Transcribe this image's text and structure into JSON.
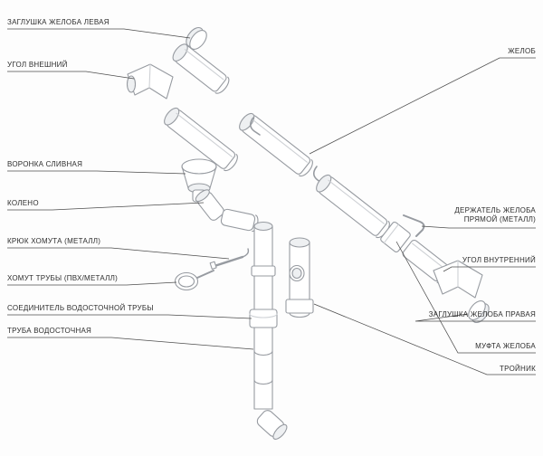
{
  "diagram": {
    "background": "#fdfdfd",
    "art_line_color": "#979ba1",
    "leader_line_color": "#4d4d4d",
    "label_color": "#2e2e2e",
    "labels_left": [
      {
        "id": "cap-left",
        "text": "ЗАГЛУШКА ЖЕЛОБА ЛЕВАЯ"
      },
      {
        "id": "outer-corner",
        "text": "УГОЛ ВНЕШНИЙ"
      },
      {
        "id": "funnel",
        "text": "ВОРОНКА СЛИВНАЯ"
      },
      {
        "id": "elbow",
        "text": "КОЛЕНО"
      },
      {
        "id": "clamp-hook",
        "text": "КРЮК ХОМУТА (металл)"
      },
      {
        "id": "pipe-clamp",
        "text": "ХОМУТ ТРУБЫ (пвх/металл)"
      },
      {
        "id": "pipe-connector",
        "text": "СОЕДИНИТЕЛЬ ВОДОСТОЧНОЙ ТРУБЫ"
      },
      {
        "id": "downpipe",
        "text": "ТРУБА ВОДОСТОЧНАЯ"
      }
    ],
    "labels_right": [
      {
        "id": "gutter",
        "text": "ЖЕЛОБ"
      },
      {
        "id": "gutter-holder",
        "text": "ДЕРЖАТЕЛЬ ЖЕЛОБА ПРЯМОЙ (металл)"
      },
      {
        "id": "inner-corner",
        "text": "УГОЛ ВНУТРЕННИЙ"
      },
      {
        "id": "cap-right",
        "text": "ЗАГЛУШКА ЖЕЛОБА ПРАВАЯ"
      },
      {
        "id": "gutter-coupling",
        "text": "МУФТА ЖЕЛОБА"
      },
      {
        "id": "tee",
        "text": "ТРОЙНИК"
      }
    ]
  }
}
